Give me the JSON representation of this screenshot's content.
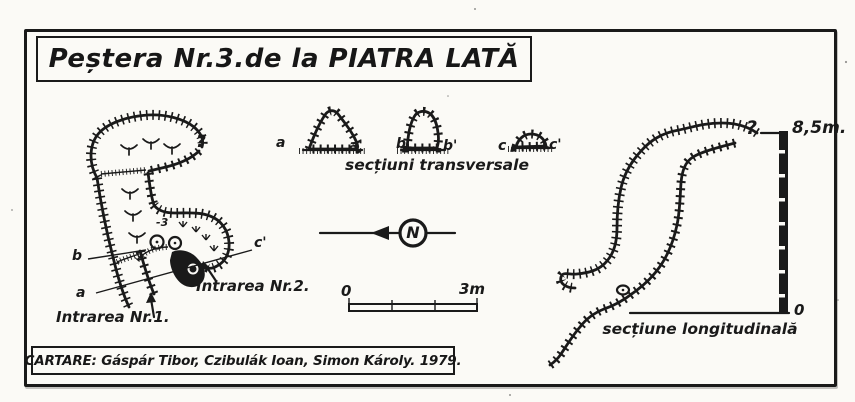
{
  "title": "Peștera Nr.3.de la PIATRA LATĂ",
  "plan": {
    "question_mark": "?",
    "depth_label": "-3",
    "section_line_labels": {
      "a": "a",
      "b": "b",
      "c_prime": "c'"
    },
    "entrance_1": "Intrarea Nr.1.",
    "entrance_2": "Intrarea Nr.2."
  },
  "cross_sections": {
    "caption": "secțiuni transversale",
    "items": [
      {
        "left": "a",
        "right": "a'"
      },
      {
        "left": "b",
        "right": "b'"
      },
      {
        "left": "c",
        "right": "c'"
      }
    ]
  },
  "north_arrow": {
    "label": "N"
  },
  "scale_bar": {
    "min": "0",
    "max": "3m"
  },
  "longitudinal_section": {
    "caption": "secțiune longitudinală",
    "question_mark": "?",
    "height_label": "8,5m.",
    "datum_label": "0"
  },
  "credits": {
    "text": "CARTARE: Gáspár Tibor, Czibulák Ioan, Simon Károly. 1979."
  },
  "colors": {
    "ink": "#1a1a1a",
    "paper": "#fbfaf6"
  }
}
